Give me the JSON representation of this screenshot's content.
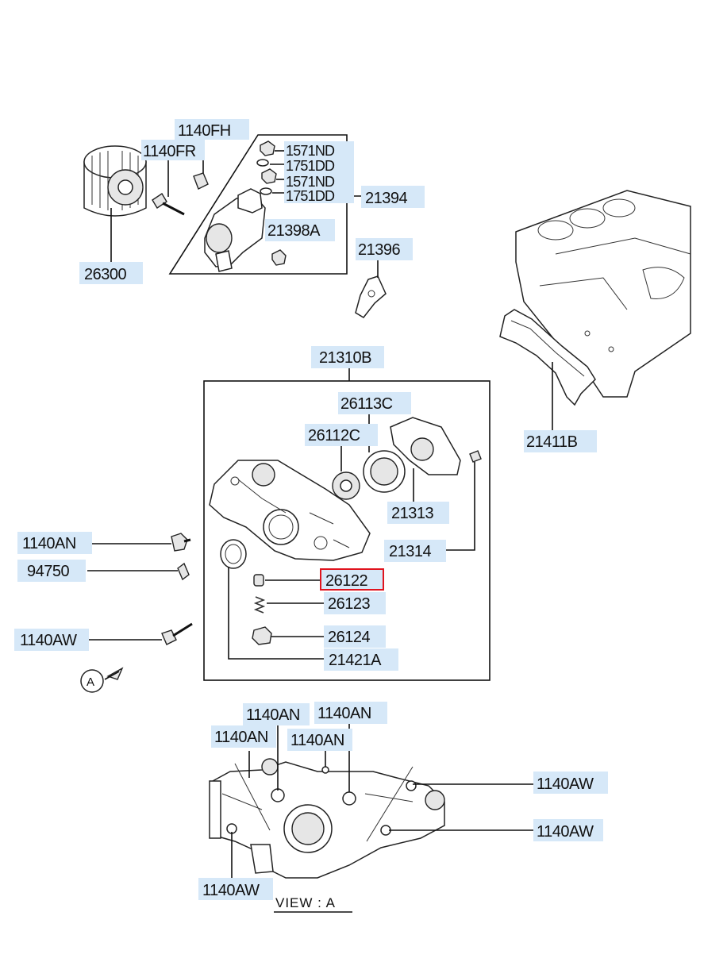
{
  "labels": {
    "l_1140FH": "1140FH",
    "l_1140FR": "1140FR",
    "l_1571ND_a": "1571ND",
    "l_1751DD_a": "1751DD",
    "l_1571ND_b": "1571ND",
    "l_1751DD_b": "1751DD",
    "l_21394": "21394",
    "l_21398A": "21398A",
    "l_26300": "26300",
    "l_21396": "21396",
    "l_21310B": "21310B",
    "l_26113C": "26113C",
    "l_26112C": "26112C",
    "l_21411B": "21411B",
    "l_21313": "21313",
    "l_21314": "21314",
    "l_1140AN_left": "1140AN",
    "l_94750": "94750",
    "l_26122": "26122",
    "l_26123": "26123",
    "l_1140AW_left": "1140AW",
    "l_26124": "26124",
    "l_21421A": "21421A",
    "l_A_marker": "A",
    "l_1140AN_v1": "1140AN",
    "l_1140AN_v2": "1140AN",
    "l_1140AN_v3": "1140AN",
    "l_1140AN_v4": "1140AN",
    "l_1140AW_r1": "1140AW",
    "l_1140AW_r2": "1140AW",
    "l_1140AW_bottom": "1140AW",
    "l_view": "VIEW : A"
  },
  "colors": {
    "label_highlight": "#d6e8f8",
    "selected_outline": "#e0141e"
  },
  "selected_part": "26122"
}
